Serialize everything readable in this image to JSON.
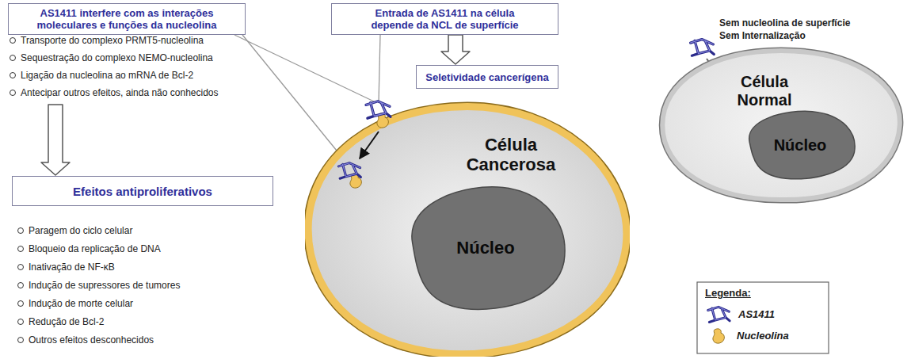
{
  "diagram": {
    "nodes": [
      {
        "text": [
          "AS1411 interfere com as interações moleculares e funções da nucleolina"
        ]
      },
      {
        "text": [
          "Efeitos antiproliferativos"
        ]
      },
      {
        "text": [
          "Entrada de AS1411 na célula depende da NCL de superfície"
        ]
      },
      {
        "text": [
          "Seletividade cancerígena"
        ]
      },
      {
        "text": [
          "Célula Cancerosa"
        ]
      },
      {
        "text": [
          "Núcleo"
        ],
        "in": 4
      },
      {
        "text": [
          "Célula Normal"
        ]
      },
      {
        "text": [
          "Núcleo"
        ],
        "in": 6
      }
    ],
    "edges": [
      {
        "from": 0,
        "to": 1,
        "arrow": "to"
      },
      {
        "from": 0,
        "to": 4,
        "arrow": "none"
      },
      {
        "from": 0,
        "to": 4,
        "arrow": "none"
      },
      {
        "from": 2,
        "to": 3,
        "arrow": "to"
      },
      {
        "from": 2,
        "to": 4,
        "arrow": "none"
      }
    ],
    "labels": [
      "Transporte do complexo PRMT5-nucleolina",
      "Sequestração do complexo NEMO-nucleolina",
      "Ligação da nucleolina ao mRNA de Bcl-2",
      "Antecipar outros efeitos, ainda não conhecidos",
      "Paragem do ciclo celular",
      "Bloqueio da replicação de DNA",
      "Inativação de NF-κB",
      "Indução de supressores de tumores",
      "Indução de morte celular",
      "Redução de Bcl-2",
      "Outros efeitos desconhecidos",
      "Sem nucleolina de superfície Sem Internalização",
      "Legenda:"
    ],
    "legend": [
      {
        "text": "AS1411"
      },
      {
        "text": "Nucleolina"
      }
    ]
  }
}
